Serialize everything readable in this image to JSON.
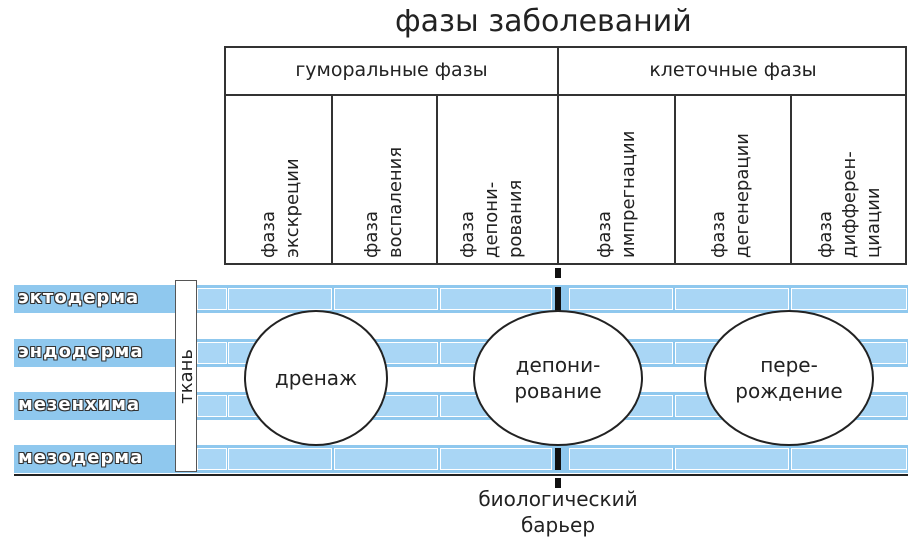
{
  "title": "фазы заболеваний",
  "groups": {
    "humoral": "гуморальные фазы",
    "cellular": "клеточные фазы"
  },
  "phases": [
    "фаза\nэкскреции",
    "фаза\nвоспаления",
    "фаза\nдепони-\nрования",
    "фаза\nимпрегнации",
    "фаза\nдегенерации",
    "фаза\nдифферен-\nциации"
  ],
  "tissues": [
    "эктодерма",
    "эндодерма",
    "мезенхима",
    "мезодерма"
  ],
  "tissue_label": "ткань",
  "processes": [
    "дренаж",
    "депони-\nрование",
    "пере-\nрождение"
  ],
  "barrier": "биологический\nбарьер",
  "colors": {
    "band": "#8fc8ee",
    "cell": "#a9d6f5",
    "line": "#333333"
  }
}
